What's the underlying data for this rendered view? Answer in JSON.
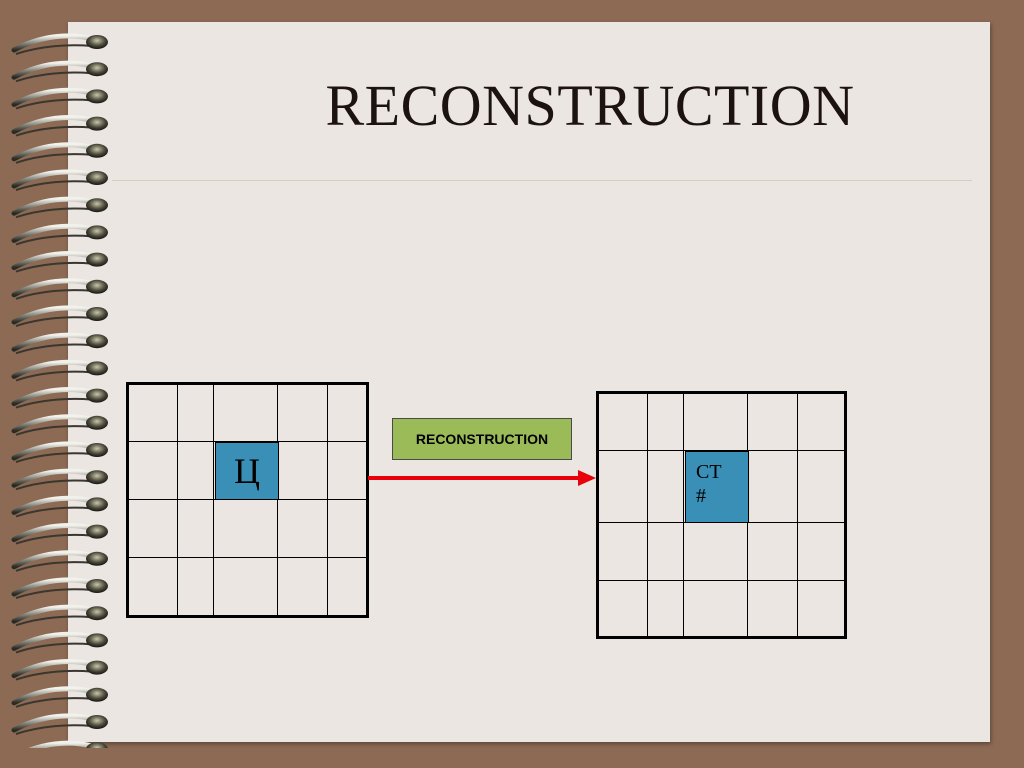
{
  "slide": {
    "title": "RECONSTRUCTION",
    "colors": {
      "background": "#8c6a54",
      "page": "#ebe6e2",
      "highlight_cell": "#3a8fb7",
      "label_box": "#9bbb59",
      "arrow": "#e8000a"
    }
  },
  "diagram": {
    "left_grid": {
      "rows": 4,
      "cols": 5,
      "highlight": {
        "row": 2,
        "col": 3,
        "text": "Ц"
      }
    },
    "right_grid": {
      "rows": 4,
      "cols": 5,
      "highlight": {
        "row": 2,
        "col": 3,
        "line1": "CT",
        "line2": "#"
      }
    },
    "process_label": "RECONSTRUCTION",
    "arrow_icon": "arrow-right-icon"
  },
  "decor": {
    "binding_icon": "spiral-binding-icon"
  }
}
